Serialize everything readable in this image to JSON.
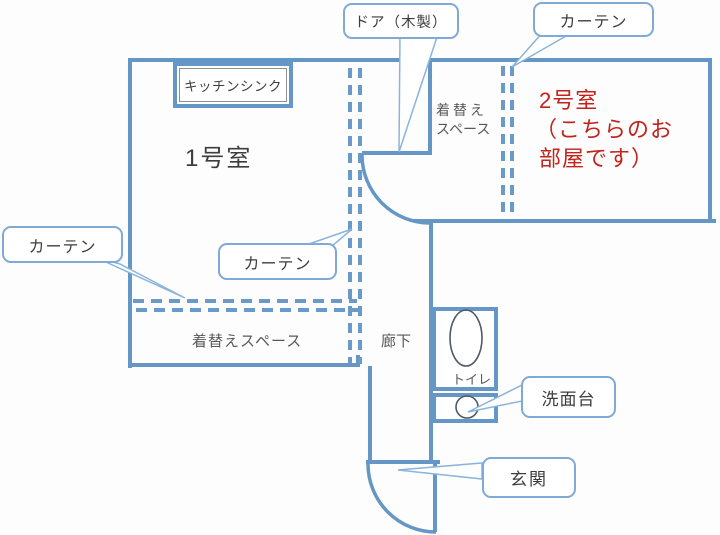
{
  "diagram_type": "apartment-floor-plan",
  "colors": {
    "wall_blue": "#6496c6",
    "dash_blue": "#6a9ac9",
    "callout_border_blue": "#7fa9d6",
    "accent_red": "#c2231b",
    "text_dark": "#3d3d3d",
    "text_gray": "#595959"
  },
  "callouts": {
    "door": "ドア（木製）",
    "curtain_top": "カーテン",
    "curtain_left": "カーテン",
    "curtain_middle": "カーテン",
    "washbasin": "洗面台",
    "entrance": "玄関"
  },
  "rooms": {
    "room1": {
      "label": "1号室",
      "kitchen_sink": "キッチンシンク",
      "changing_space": "着替えスペース"
    },
    "room2": {
      "label_line1": "2号室",
      "label_line2": "（こちらのお",
      "label_line3": "部屋です）",
      "changing_space_line1": "着替え",
      "changing_space_line2": "スペース"
    },
    "corridor": {
      "label": "廊下"
    },
    "toilet": {
      "label": "トイレ"
    }
  }
}
